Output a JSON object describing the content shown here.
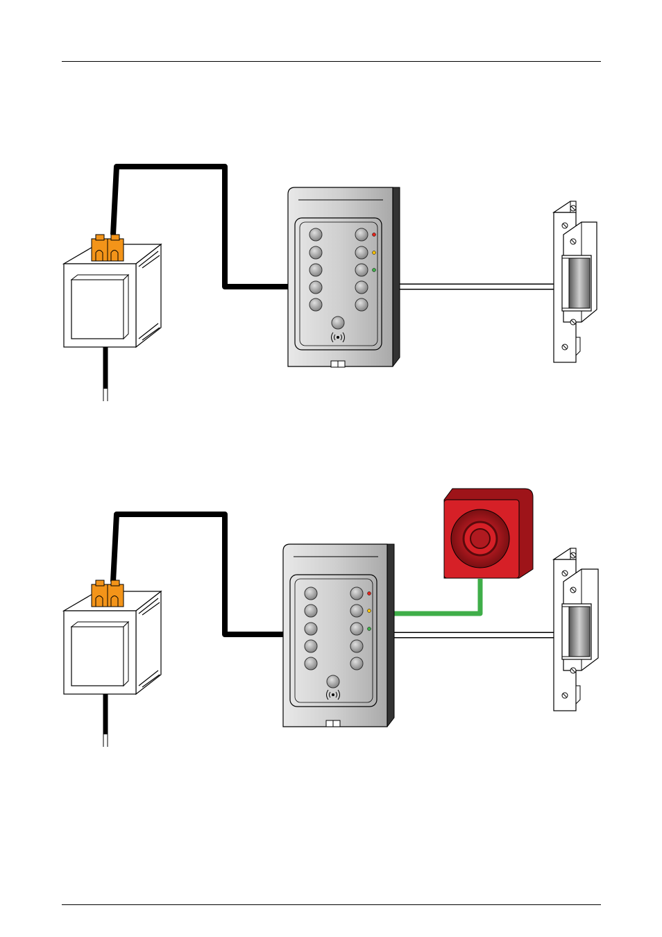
{
  "page": {
    "background": "#ffffff"
  },
  "colors": {
    "power_cable": "#000000",
    "relay_wire": "#ffffff",
    "siren_wire": "#3fae49",
    "terminal_block": "#f39419",
    "siren_body": "#d62027",
    "led_red": "#e2231a",
    "led_yellow": "#f5c000",
    "led_green": "#3fae49",
    "keypad_body": "#c9c9c9"
  },
  "diagrams": [
    {
      "id": "wiring-without-siren",
      "components": [
        "power-supply-transformer",
        "keypad-reader",
        "electric-strike"
      ]
    },
    {
      "id": "wiring-with-siren",
      "components": [
        "power-supply-transformer",
        "keypad-reader",
        "siren",
        "electric-strike"
      ]
    }
  ],
  "icons": [
    "contactless-icon",
    "screw-icon",
    "led-icon",
    "keypad-button-icon"
  ]
}
